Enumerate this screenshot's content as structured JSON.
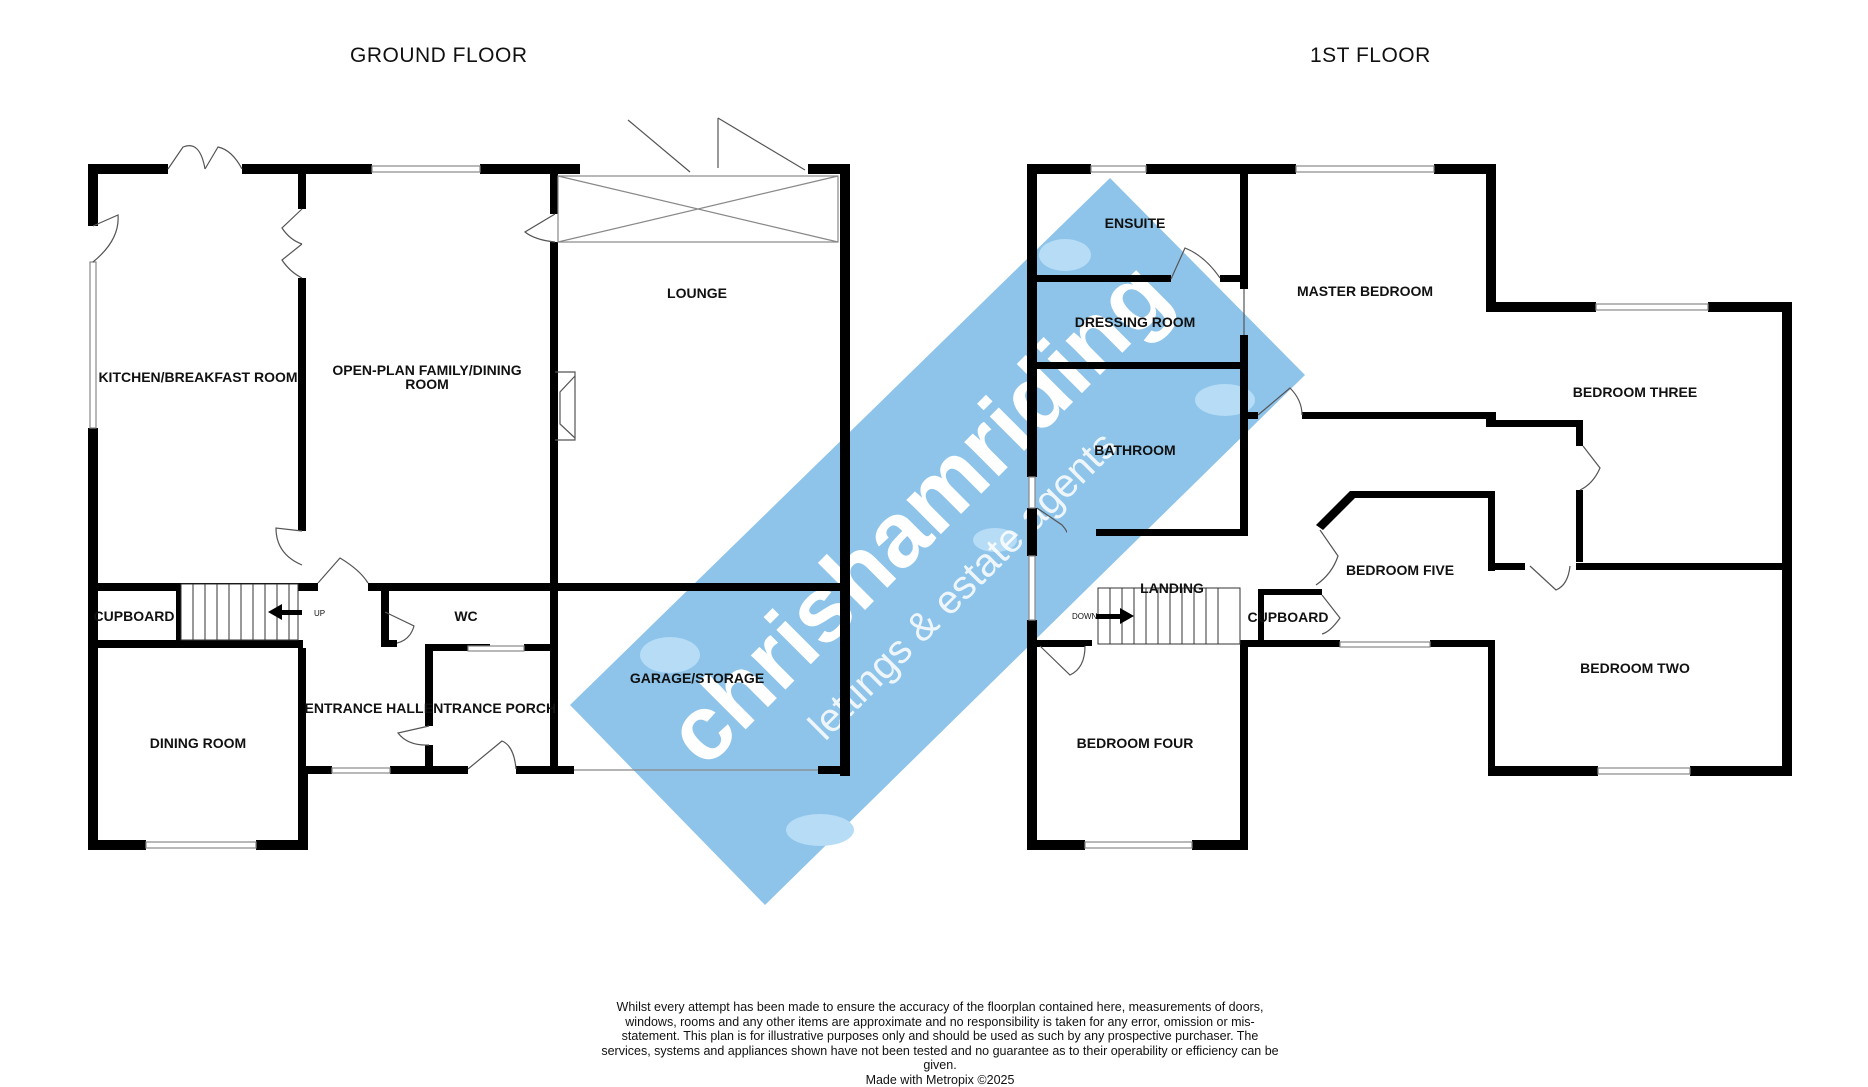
{
  "floors": {
    "ground": {
      "title": "GROUND FLOOR",
      "rooms": {
        "kitchen": "KITCHEN/BREAKFAST ROOM",
        "family_dining_line1": "OPEN-PLAN FAMILY/DINING",
        "family_dining_line2": "ROOM",
        "lounge": "LOUNGE",
        "cupboard": "CUPBOARD",
        "wc": "WC",
        "entrance_hall": "ENTRANCE HALL",
        "entrance_porch": "ENTRANCE PORCH",
        "dining_room": "DINING ROOM",
        "garage": "GARAGE/STORAGE"
      },
      "stairs_label": "UP"
    },
    "first": {
      "title": "1ST FLOOR",
      "rooms": {
        "ensuite": "ENSUITE",
        "dressing_room": "DRESSING ROOM",
        "master_bedroom": "MASTER BEDROOM",
        "bedroom_three": "BEDROOM THREE",
        "bathroom": "BATHROOM",
        "landing": "LANDING",
        "bedroom_five": "BEDROOM FIVE",
        "cupboard": "CUPBOARD",
        "bedroom_four": "BEDROOM FOUR",
        "bedroom_two": "BEDROOM TWO"
      },
      "stairs_label": "DOWN"
    }
  },
  "watermark": {
    "brand": "chrishamriding",
    "tagline": "lettings & estate agents",
    "color": "#8ec4ea"
  },
  "disclaimer": {
    "text": "Whilst every attempt has been made to ensure the accuracy of the floorplan contained here, measurements of doors, windows, rooms and any other items are approximate and no responsibility is taken for any error, omission or mis-statement. This plan is for illustrative purposes only and should be used as such by any prospective purchaser. The services, systems and appliances shown have not been tested and no guarantee as to their operability or efficiency can be given.",
    "copyright": "Made with Metropix ©2025"
  }
}
